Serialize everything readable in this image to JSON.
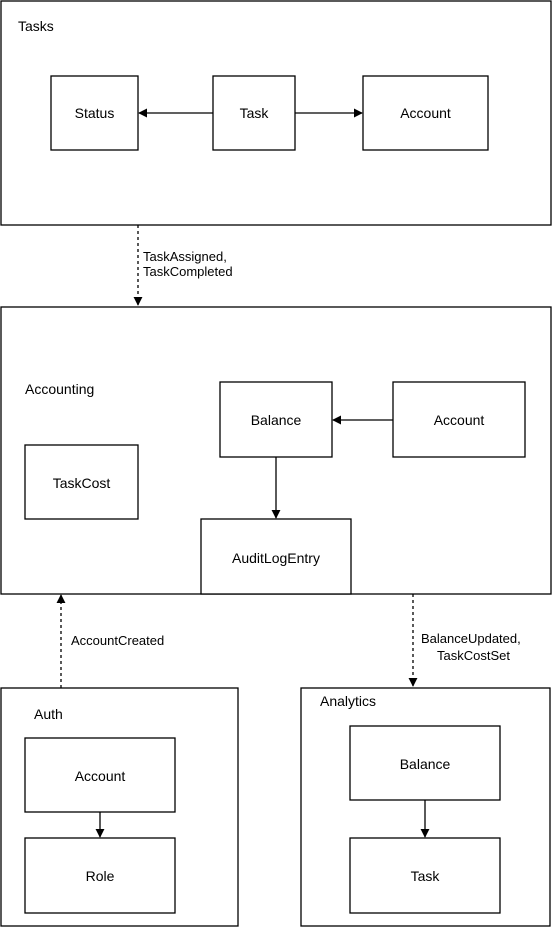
{
  "containers": {
    "tasks": "Tasks",
    "accounting": "Accounting",
    "auth": "Auth",
    "analytics": "Analytics"
  },
  "nodes": {
    "tasks_status": "Status",
    "tasks_task": "Task",
    "tasks_account": "Account",
    "acc_balance": "Balance",
    "acc_account": "Account",
    "acc_taskcost": "TaskCost",
    "acc_auditlog": "AuditLogEntry",
    "auth_account": "Account",
    "auth_role": "Role",
    "an_balance": "Balance",
    "an_task": "Task"
  },
  "edges": {
    "tasks_to_accounting": [
      "TaskAssigned,",
      "TaskCompleted"
    ],
    "auth_to_accounting": [
      "AccountCreated"
    ],
    "accounting_to_analytics": [
      "BalanceUpdated,",
      "TaskCostSet"
    ]
  }
}
